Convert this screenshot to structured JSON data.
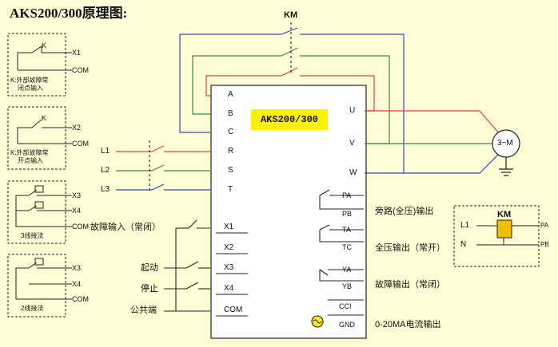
{
  "title": "AKS200/300原理图:",
  "contactor_label": "KM",
  "model": "AKS200/300",
  "terminals": {
    "A": "A",
    "B": "B",
    "C": "C",
    "R": "R",
    "S": "S",
    "T": "T",
    "U": "U",
    "V": "V",
    "W": "W",
    "X1": "X1",
    "X2": "X2",
    "X3": "X3",
    "X4": "X4",
    "COM": "COM",
    "PA": "PA",
    "PB": "PB",
    "TA": "TA",
    "TC": "TC",
    "YA": "YA",
    "YB": "YB",
    "CCI": "CCI",
    "GND": "GND"
  },
  "lines": {
    "L1": "L1",
    "L2": "L2",
    "L3": "L3"
  },
  "motor_label": "3~M",
  "left_boxes": [
    {
      "k": "K",
      "t1": "X1",
      "t2": "COM",
      "caption1": "K:外部故障常",
      "caption2": "闭点输入"
    },
    {
      "k": "K",
      "t1": "X2",
      "t2": "COM",
      "caption1": "K:外部故障常",
      "caption2": "开点输入"
    },
    {
      "t1": "X3",
      "t2": "X4",
      "t3": "COM",
      "caption": "3线接法"
    },
    {
      "t1": "X3",
      "t2": "X4",
      "t3": "COM",
      "caption": "2线接法"
    }
  ],
  "inputs": {
    "fault": "故障输入（常闭）",
    "start": "起动",
    "stop": "停止",
    "common": "公共端"
  },
  "outputs": {
    "bypass": "旁路(全压)输出",
    "full": "全压输出（常开）",
    "fault": "故障输出（常闭）",
    "analog": "0-20MA电流输出"
  },
  "coil_box": {
    "km": "KM",
    "l1": "L1",
    "n": "N",
    "pa": "PA",
    "pb": "PB"
  },
  "colors": {
    "background": "#fffdd6",
    "red": "#e8403a",
    "green": "#3b8d3b",
    "blue": "#3a44b0",
    "badge": "#fff200",
    "coil": "#f0c000"
  }
}
